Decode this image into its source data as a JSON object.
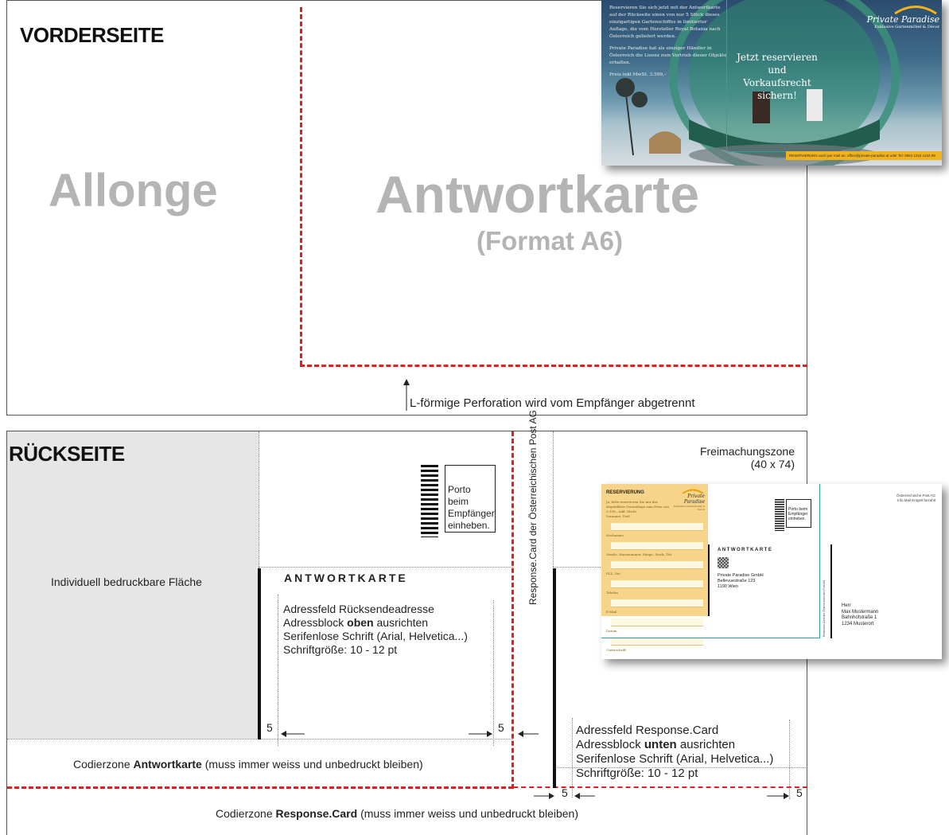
{
  "front": {
    "heading": "VORDERSEITE",
    "allonge": "Allonge",
    "antwortkarte": "Antwortkarte",
    "format": "(Format A6)",
    "perforation_note": "L-förmige Perforation wird vom Empfänger abgetrennt"
  },
  "front_preview": {
    "paragraph1": "Reservieren Sie sich jetzt mit der Antwortkarte auf der Rückseite einen von nur 5 Stück dieses einzigartigen Gartenschiffes in limitierter Auflage, die vom Hersteller Royal Botania nach Österreich geliefert werden.",
    "paragraph2": "Private Paradise hat als einziger Händler in Österreich die Lizenz zum Vertrieb dieser Objekte erhalten.",
    "paragraph3": "Preis inkl MwSt. 3.599,–",
    "brand": "Private Paradise",
    "brand_sub": "Exklusive Gartenmöbel & Décor",
    "cta": "Jetzt reservieren und Vorkaufsrecht sichern!",
    "footer_bar": "RESERVIERUNG auch per mail an: office@private-paradise.at oder Tel: 0664 1234 1234 99"
  },
  "back": {
    "heading": "RÜCKSEITE",
    "individual_area": "Individuell bedruckbare Fläche",
    "porto": "Porto beim Empfänger einheben.",
    "antwortkarte_label": "ANTWORTKARTE",
    "address_field": "Adressfeld Rücksendeadresse",
    "address_block_pre": "Adressblock ",
    "address_block_bold": "oben",
    "address_block_post": " ausrichten",
    "font_note": "Serifenlose Schrift (Arial, Helvetica...)",
    "font_size": "Schriftgröße: 10  - 12 pt",
    "margin_5": "5",
    "vertical_label": "Response.Card der Österreichischen Post AG",
    "freimachung": "Freimachungszone",
    "freimachung_size": "(40 x 74)",
    "rc_address_field": "Adressfeld Response.Card",
    "rc_block_pre": "Adressblock ",
    "rc_block_bold": "unten",
    "rc_block_post": " ausrichten",
    "rc_font_note": "Serifenlose Schrift (Arial, Helvetica...)",
    "rc_font_size": "Schriftgröße: 10 - 12 pt",
    "coding_ak_pre": "Codierzone ",
    "coding_ak_bold": "Antwortkarte",
    "coding_ak_post": " (muss immer weiss und unbedruckt bleiben)",
    "coding_rc_pre": "Codierzone ",
    "coding_rc_bold": "Response.Card",
    "coding_rc_post": " (muss immer weiss und unbedruckt bleiben)"
  },
  "back_preview": {
    "reservierung": "RESERVIERUNG",
    "intro": "Ja, bitte reservieren Sie mir das abgebildete Gartenliege zum Preis von 3.599,– inkl. MwSt.",
    "fields": [
      "Vorname, Titel",
      "Nachname",
      "Straße, Hausnummer, Stiege, Stock, Tür",
      "PLZ, Ort",
      "Telefon",
      "E-Mail",
      "Datum",
      "Unterschrift"
    ],
    "brand": "Private Paradise",
    "brand_sub": "Exklusive Gartenmöbel & Décor",
    "porto": "Porto beim Empfänger einheben.",
    "antwortkarte_label": "ANTWORTKARTE",
    "return_address": [
      "Private Paradise GmbH",
      "Bellevuestraße 123",
      "1190 Wien"
    ],
    "post_info": [
      "Österreichische Post AG",
      "Info.Mail Entgelt bezahlt"
    ],
    "recipient": [
      "Herr",
      "Max Mustermann",
      "Bahnhofstraße 1",
      "1234 Musterort"
    ],
    "vertical_small": "Response.Card der Österreichischen Post AG"
  },
  "colors": {
    "perforation": "#e02020",
    "grey_text": "#b4b4b4",
    "shaded_area": "#e6e6e6",
    "form_yellow": "#f6d489",
    "teal": "#22a8a0"
  }
}
